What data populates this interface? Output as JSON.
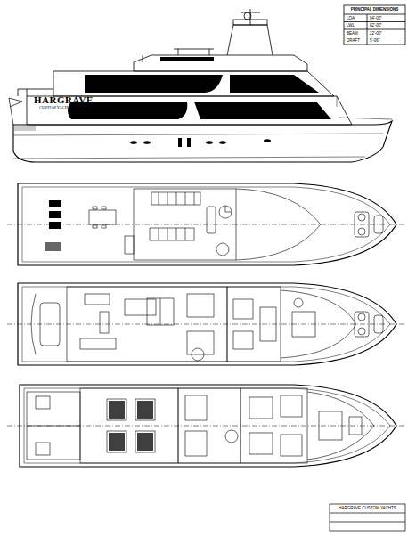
{
  "diagram": {
    "labels": [
      "HARGRAVE",
      "CUSTOM YACHTS",
      "PRINCIPAL DIMENSIONS",
      "LOA",
      "94'-00\"",
      "LWL",
      "82'-00\"",
      "BEAM",
      "22'-00\"",
      "DRAFT",
      "5'-06\"",
      "HARGRAVE CUSTOM YACHTS"
    ]
  }
}
